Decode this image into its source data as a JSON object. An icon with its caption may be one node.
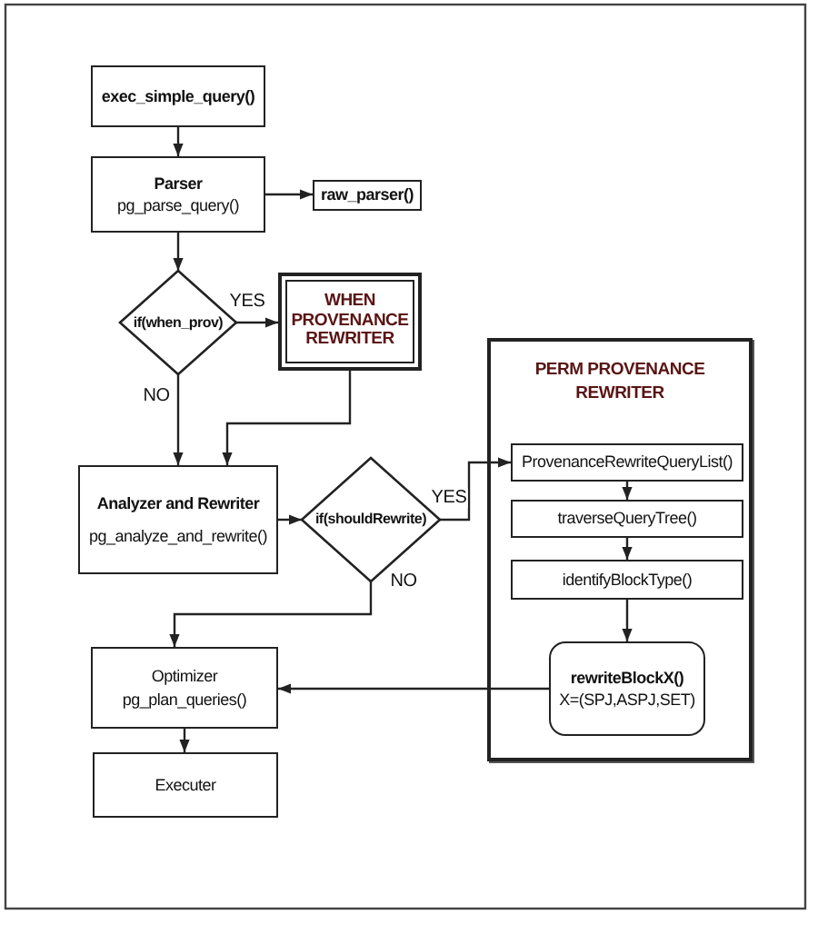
{
  "diagram": {
    "nodes": [
      {
        "text": [
          "exec_simple_query()"
        ]
      },
      {
        "text": [
          "Parser",
          "pg_parse_query()"
        ]
      },
      {
        "text": [
          "raw_parser()"
        ]
      },
      {
        "text": [
          "if(when_prov)"
        ]
      },
      {
        "text": [
          "WHEN PROVENANCE REWRITER"
        ]
      },
      {
        "text": [
          "Analyzer and Rewriter",
          "pg_analyze_and_rewrite()"
        ]
      },
      {
        "text": [
          "if(shouldRewrite)"
        ]
      },
      {
        "text": [
          "PERM PROVENANCE REWRITER"
        ]
      },
      {
        "text": [
          "ProvenanceRewriteQueryList()"
        ],
        "in": 7
      },
      {
        "text": [
          "traverseQueryTree()"
        ],
        "in": 7
      },
      {
        "text": [
          "identifyBlockType()"
        ],
        "in": 7
      },
      {
        "text": [
          "rewriteBlockX()",
          "X=(SPJ,ASPJ,SET)"
        ],
        "in": 7
      },
      {
        "text": [
          "Optimizer",
          "pg_plan_queries()"
        ]
      },
      {
        "text": [
          "Executer"
        ]
      }
    ],
    "edges": [
      {
        "from": 0,
        "to": 1,
        "arrow": "to"
      },
      {
        "from": 1,
        "to": 2,
        "arrow": "to"
      },
      {
        "from": 1,
        "to": 3,
        "arrow": "to"
      },
      {
        "from": 3,
        "to": 4,
        "arrow": "to",
        "label": "YES"
      },
      {
        "from": 3,
        "to": 5,
        "arrow": "to",
        "label": "NO"
      },
      {
        "from": 4,
        "to": 5,
        "arrow": "to"
      },
      {
        "from": 5,
        "to": 6,
        "arrow": "to"
      },
      {
        "from": 6,
        "to": 8,
        "arrow": "to",
        "label": "YES"
      },
      {
        "from": 6,
        "to": 12,
        "arrow": "to",
        "label": "NO"
      },
      {
        "from": 8,
        "to": 9,
        "arrow": "to"
      },
      {
        "from": 9,
        "to": 10,
        "arrow": "to"
      },
      {
        "from": 10,
        "to": 11,
        "arrow": "to"
      },
      {
        "from": 11,
        "to": 12,
        "arrow": "to"
      },
      {
        "from": 12,
        "to": 13,
        "arrow": "to"
      }
    ]
  }
}
